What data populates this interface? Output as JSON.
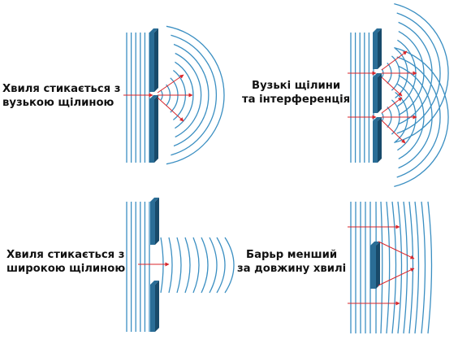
{
  "panels": [
    {
      "label_lines": [
        "Хвиля стикається з",
        "вузькою щілиною"
      ]
    },
    {
      "label_lines": [
        "Вузькі щілини",
        "та інтерференція"
      ]
    },
    {
      "label_lines": [
        "Хвиля стикається з",
        "широкою щілиною"
      ]
    },
    {
      "label_lines": [
        "Барьр менший",
        "за довжину хвилі"
      ]
    }
  ],
  "colors": {
    "wave": "#3b8fc2",
    "barrier_front": "#2a6d96",
    "barrier_side": "#184a6a",
    "arrow": "#d9262b"
  }
}
